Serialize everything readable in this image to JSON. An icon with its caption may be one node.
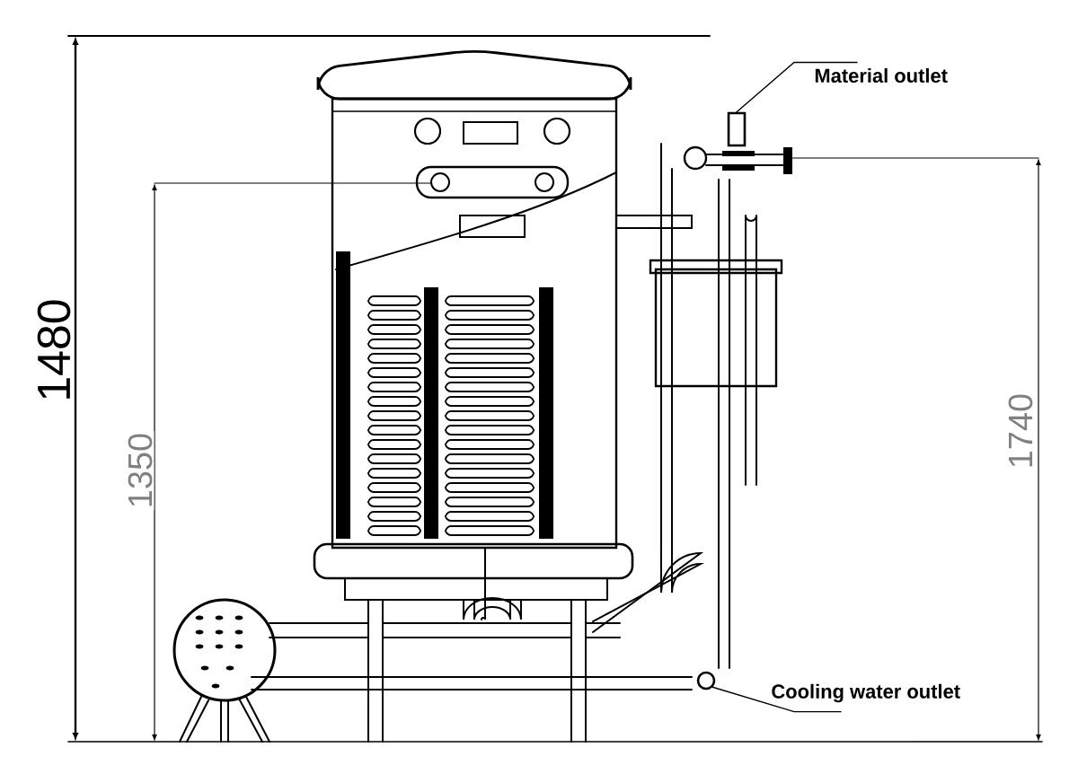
{
  "diagram": {
    "nodes": [
      {
        "text": [
          "Material outlet"
        ]
      },
      {
        "text": [],
        "shape": "box"
      },
      {
        "text": [
          "Cooling water outlet"
        ]
      },
      {
        "text": [],
        "shape": "circle"
      }
    ],
    "edges": [
      {
        "from": 0,
        "to": 1,
        "arrow": "none"
      },
      {
        "from": 2,
        "to": 3,
        "arrow": "none"
      }
    ],
    "labels": [
      "1480",
      "1350",
      "1740"
    ]
  }
}
